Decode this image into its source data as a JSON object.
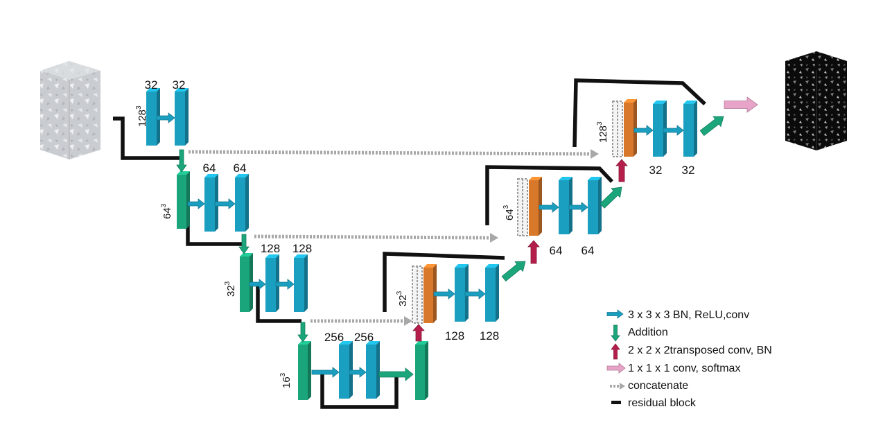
{
  "colors": {
    "conv": "#1b9fc0",
    "addition": "#1aa57a",
    "transposed": "#b41e4b",
    "softmax": "#e8a3c8",
    "concat": "#a8a8a8",
    "residual": "#111111",
    "upsample_block": "#d8782b"
  },
  "icons": {
    "input_volume": "grey-rock-cube",
    "output_volume": "black-segmented-cube"
  },
  "encoder": {
    "level1": {
      "size": "128",
      "c1": "32",
      "c2": "32"
    },
    "level2": {
      "size": "64",
      "c1": "64",
      "c2": "64"
    },
    "level3": {
      "size": "32",
      "c1": "128",
      "c2": "128"
    },
    "level4": {
      "size": "16",
      "c1": "256",
      "c2": "256"
    }
  },
  "decoder": {
    "level3": {
      "size": "32",
      "c1": "128",
      "c2": "128"
    },
    "level2": {
      "size": "64",
      "c1": "64",
      "c2": "64"
    },
    "level1": {
      "size": "128",
      "c1": "32",
      "c2": "32"
    }
  },
  "exponent": "3",
  "legend": [
    {
      "key": "conv",
      "label": "3 x 3 x 3 BN, ReLU,conv"
    },
    {
      "key": "addition",
      "label": "Addition"
    },
    {
      "key": "transposed",
      "label": "2 x 2 x 2transposed conv, BN"
    },
    {
      "key": "softmax",
      "label": "1 x 1 x 1 conv, softmax"
    },
    {
      "key": "concat",
      "label": "concatenate"
    },
    {
      "key": "residual",
      "label": "residual block"
    }
  ]
}
